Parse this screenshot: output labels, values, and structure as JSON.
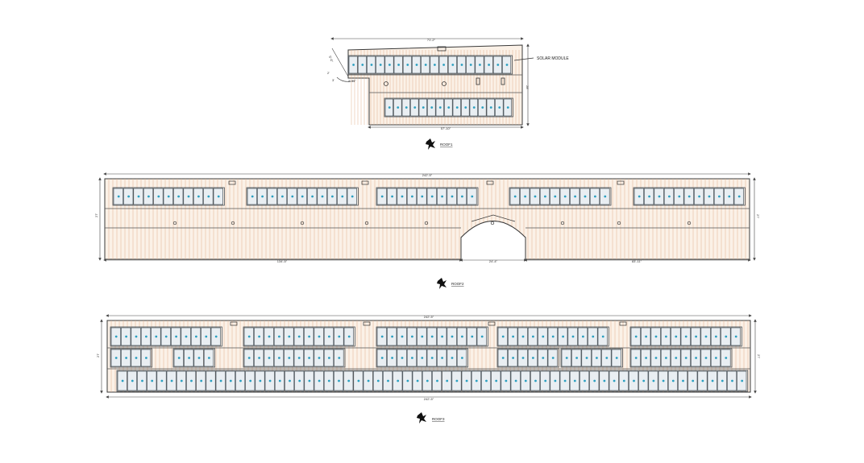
{
  "colors": {
    "roof_fill": "#fbf1e7",
    "rafter": "#e2b08e",
    "outline": "#3a3a3a",
    "module_fill": "#e9eef2",
    "module_stroke": "#2e3a44",
    "module_dot": "#2a9fc0",
    "dim_line": "#444444"
  },
  "roof1": {
    "name": "ROOF1",
    "callout": "SOLAR MODULE",
    "dims": {
      "top": "71'-2\"",
      "bottom": "57'-10\"",
      "right": "28'",
      "left_a": "5'-6\"",
      "left_b": "2'",
      "left_c": "3'",
      "left_d": "2'-11\""
    },
    "arrays": [
      {
        "modules": 18
      },
      {
        "modules": 15
      }
    ]
  },
  "roof2": {
    "name": "ROOF2",
    "dims": {
      "top": "242'-5\"",
      "bottom_left": "134'-5\"",
      "bottom_mid": "24'-4\"",
      "bottom_right": "83'-11\"",
      "left": "27'",
      "right": "27'"
    },
    "arrays": [
      {
        "modules": 11
      },
      {
        "modules": 11
      },
      {
        "modules": 10
      },
      {
        "modules": 10
      },
      {
        "modules": 11
      }
    ]
  },
  "roof3": {
    "name": "ROOF3",
    "dims": {
      "top": "242'-5\"",
      "bottom": "242'-5\"",
      "left": "27'",
      "right": "27'"
    },
    "arrays_row1": [
      {
        "modules": 11
      },
      {
        "modules": 11
      },
      {
        "modules": 11
      },
      {
        "modules": 11
      },
      {
        "modules": 11
      }
    ],
    "arrays_row2": [
      {
        "modules": 4
      },
      {
        "modules": 4
      },
      {
        "modules": 10
      },
      {
        "modules": 9
      },
      {
        "modules": 6
      },
      {
        "modules": 6
      },
      {
        "modules": 10
      }
    ],
    "arrays_row3": [
      {
        "modules": 64
      }
    ]
  }
}
